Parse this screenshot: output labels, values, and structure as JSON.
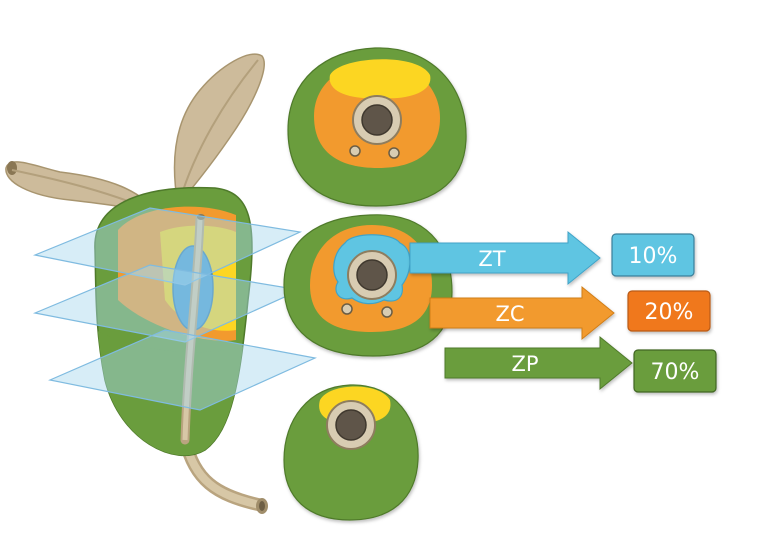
{
  "colors": {
    "green": "#6a9d3d",
    "orange": "#f29a2e",
    "yellow": "#fcd623",
    "blue_zone": "#5fc5e2",
    "blue_tissue": "#4e9fd2",
    "tan": "#cdbb9b",
    "plane": "#a6d6ee"
  },
  "zones": [
    {
      "id": "zt",
      "label": "ZT",
      "percent": "10%"
    },
    {
      "id": "zc",
      "label": "ZC",
      "percent": "20%"
    },
    {
      "id": "zp",
      "label": "ZP",
      "percent": "70%"
    }
  ]
}
